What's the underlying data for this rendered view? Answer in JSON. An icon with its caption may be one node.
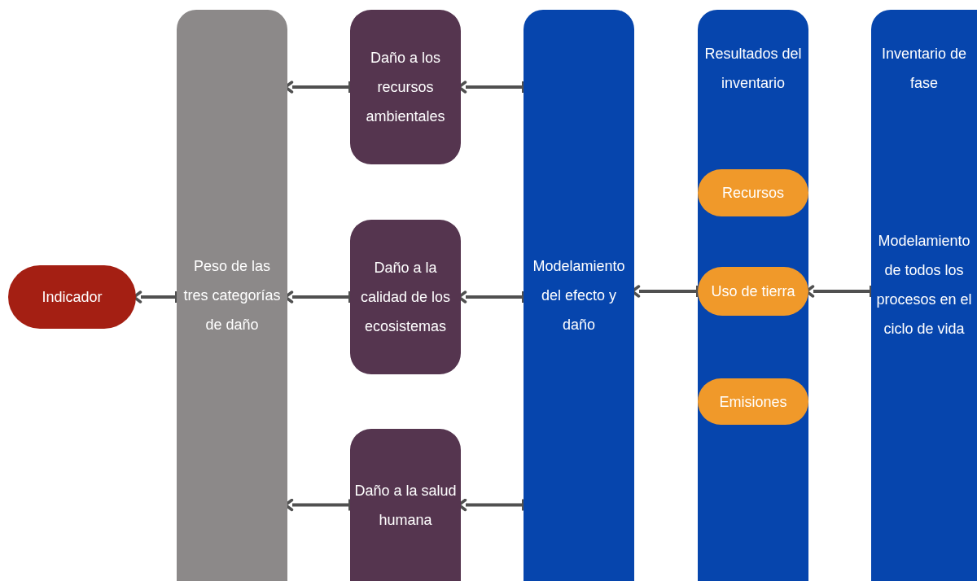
{
  "diagram": {
    "nodes": [
      {
        "text": [
          "Indicador"
        ]
      },
      {
        "text": [
          "Peso de las tres categorías de daño"
        ]
      },
      {
        "text": [
          "Daño a los recursos ambientales"
        ]
      },
      {
        "text": [
          "Daño a la calidad de los ecosistemas"
        ]
      },
      {
        "text": [
          "Daño a la salud humana"
        ]
      },
      {
        "text": [
          "Modelamiento del efecto y daño"
        ]
      },
      {
        "text": [
          "Resultados del inventario"
        ]
      },
      {
        "text": [
          "Recursos"
        ],
        "in": 6
      },
      {
        "text": [
          "Uso de tierra"
        ],
        "in": 6
      },
      {
        "text": [
          "Emisiones"
        ],
        "in": 6
      },
      {
        "text": [
          "Inventario de fase",
          "Modelamiento de todos los procesos en el ciclo de vida"
        ]
      }
    ],
    "edges": [
      {
        "from": 1,
        "to": 0,
        "arrow": "to"
      },
      {
        "from": 2,
        "to": 1,
        "arrow": "to"
      },
      {
        "from": 3,
        "to": 1,
        "arrow": "to"
      },
      {
        "from": 4,
        "to": 1,
        "arrow": "to"
      },
      {
        "from": 5,
        "to": 2,
        "arrow": "to"
      },
      {
        "from": 5,
        "to": 3,
        "arrow": "to"
      },
      {
        "from": 5,
        "to": 4,
        "arrow": "to"
      },
      {
        "from": 8,
        "to": 5,
        "arrow": "to"
      },
      {
        "from": 10,
        "to": 8,
        "arrow": "to"
      }
    ]
  }
}
